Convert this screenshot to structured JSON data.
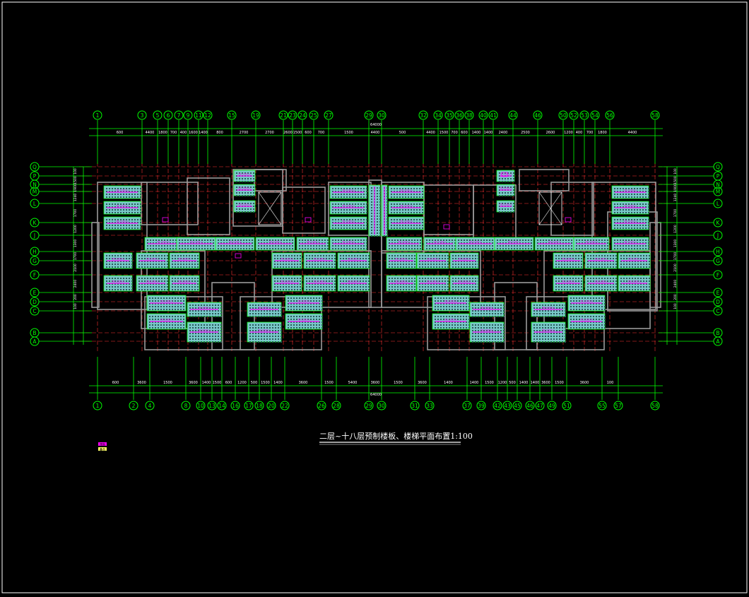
{
  "drawing": {
    "title": "二层~十八层预制楼板、楼梯平面布置1:100",
    "colors": {
      "background": "#000000",
      "frame": "#ffffff",
      "axis": "#ff3030",
      "dimension": "#00ff00",
      "wall": "#9a9a9a",
      "slab_fill": "#78c8c8",
      "slab_hatch": "#2a5a5a",
      "label": "#ff00ff",
      "legend_yellow": "#ffff66"
    },
    "top_axes": [
      "1",
      "3",
      "5",
      "6",
      "7",
      "9",
      "11",
      "12",
      "15",
      "19",
      "21",
      "23",
      "24",
      "25",
      "27",
      "29",
      "30",
      "32",
      "34",
      "35",
      "36",
      "38",
      "40",
      "41",
      "44",
      "46",
      "50",
      "52",
      "53",
      "54",
      "56",
      "58"
    ],
    "bottom_axes": [
      "1",
      "2",
      "4",
      "8",
      "10",
      "13",
      "14",
      "16",
      "17",
      "18",
      "20",
      "22",
      "26",
      "28",
      "29",
      "30",
      "31",
      "33",
      "37",
      "39",
      "42",
      "43",
      "45",
      "46",
      "47",
      "49",
      "51",
      "55",
      "57",
      "58"
    ],
    "row_axes": [
      "Q",
      "P",
      "N",
      "M",
      "L",
      "K",
      "J",
      "H",
      "G",
      "F",
      "E",
      "D",
      "C",
      "B",
      "A"
    ],
    "top_dims": [
      "600",
      "4400",
      "1800",
      "700",
      "400",
      "1600",
      "1400",
      "800",
      "2700",
      "2700",
      "2600",
      "1500",
      "600",
      "700",
      "1500",
      "4400",
      "500",
      "4400",
      "1500",
      "700",
      "600",
      "1400",
      "1400",
      "2400",
      "2500",
      "2600",
      "1200",
      "400",
      "700",
      "1800",
      "4400",
      "600"
    ],
    "bottom_dims": [
      "600",
      "3600",
      "1500",
      "3600",
      "1400",
      "1500",
      "600",
      "1200",
      "500",
      "1500",
      "1400",
      "3600",
      "1500",
      "5400",
      "3600",
      "1500",
      "3600",
      "1400",
      "1400",
      "1500",
      "1200",
      "500",
      "1400",
      "1400",
      "3600",
      "1500",
      "3600",
      "100"
    ],
    "total_dim": "64000",
    "side_dims": [
      "100",
      "1500",
      "1900",
      "1240",
      "1700",
      "1200",
      "1300",
      "1700",
      "2100",
      "2400",
      "200",
      "100"
    ],
    "slab_label": "YB-2280-x",
    "legend": {
      "pink": "预制",
      "yellow": "叠合"
    }
  }
}
